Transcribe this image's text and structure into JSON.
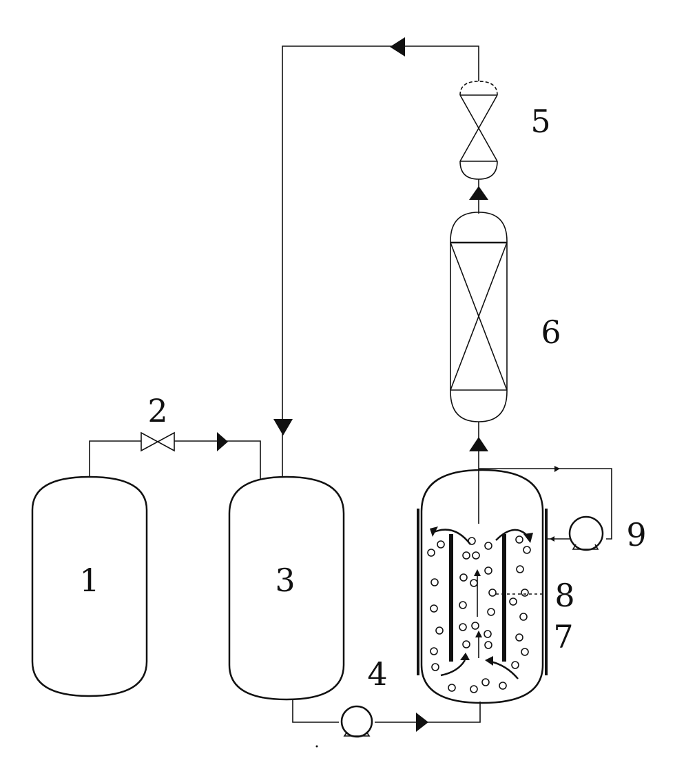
{
  "labels": {
    "tank_1": "1",
    "valve_2": "2",
    "tank_3": "3",
    "pump_4": "4",
    "filter_5": "5",
    "column_6": "6",
    "reactor_7": "7",
    "baffle_8": "8",
    "pump_9": "9"
  }
}
